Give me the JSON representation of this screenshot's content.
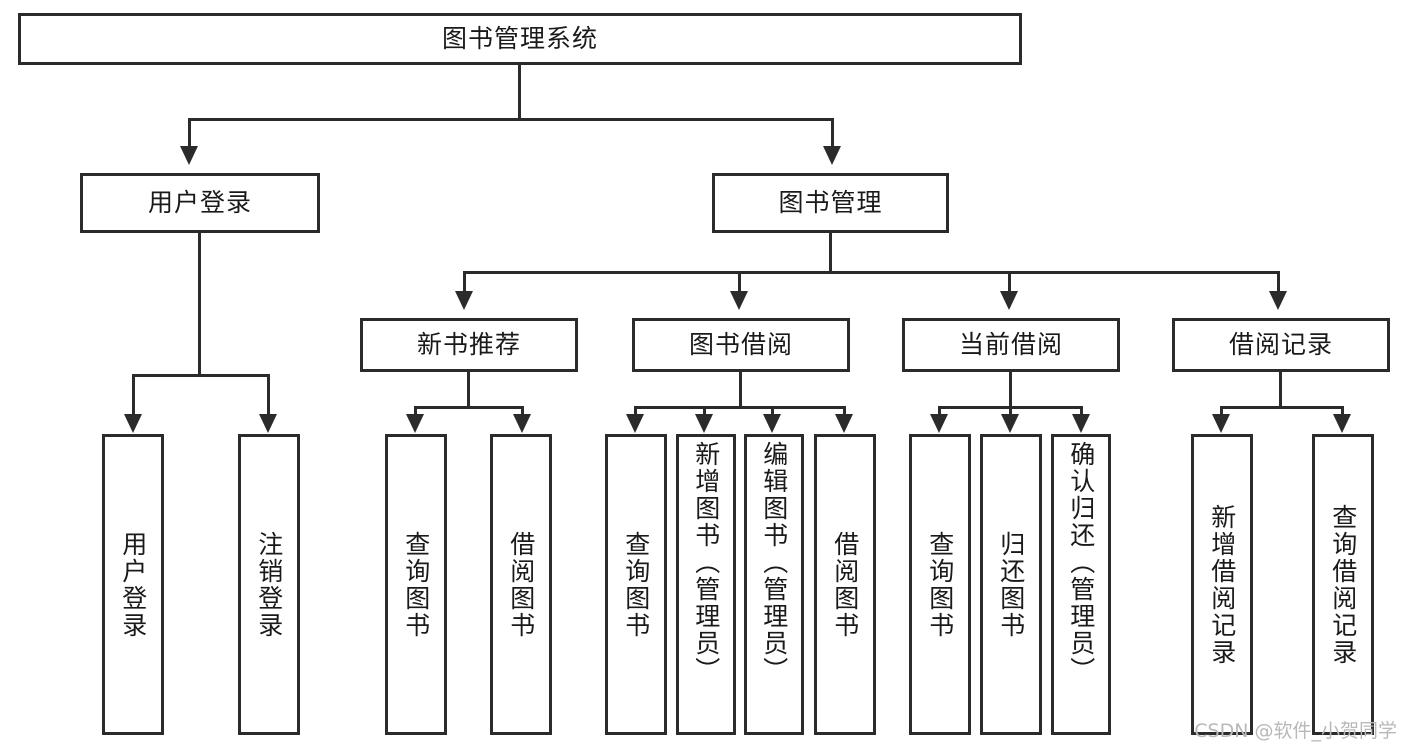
{
  "diagram": {
    "type": "tree-hierarchy",
    "title": "图书管理系统",
    "watermark": "CSDN @软件_小贺同学",
    "colors": {
      "background": "#ffffff",
      "stroke": "#2b2b2b",
      "text": "#1a1a1a",
      "watermark": "#b9b9b9"
    },
    "root": {
      "label": "图书管理系统"
    },
    "level2": [
      {
        "label": "用户登录"
      },
      {
        "label": "图书管理"
      }
    ],
    "level3": [
      {
        "label": "新书推荐"
      },
      {
        "label": "图书借阅"
      },
      {
        "label": "当前借阅"
      },
      {
        "label": "借阅记录"
      }
    ],
    "leaves": {
      "user_login": [
        {
          "label": "用户登录"
        },
        {
          "label": "注销登录"
        }
      ],
      "new_book_recommend": [
        {
          "label": "查询图书"
        },
        {
          "label": "借阅图书"
        }
      ],
      "book_borrow": [
        {
          "label": "查询图书"
        },
        {
          "label": "新增图书（管理员）"
        },
        {
          "label": "编辑图书（管理员）"
        },
        {
          "label": "借阅图书"
        }
      ],
      "current_borrow": [
        {
          "label": "查询图书"
        },
        {
          "label": "归还图书"
        },
        {
          "label": "确认归还（管理员）"
        }
      ],
      "borrow_records": [
        {
          "label": "新增借阅记录"
        },
        {
          "label": "查询借阅记录"
        }
      ]
    }
  }
}
